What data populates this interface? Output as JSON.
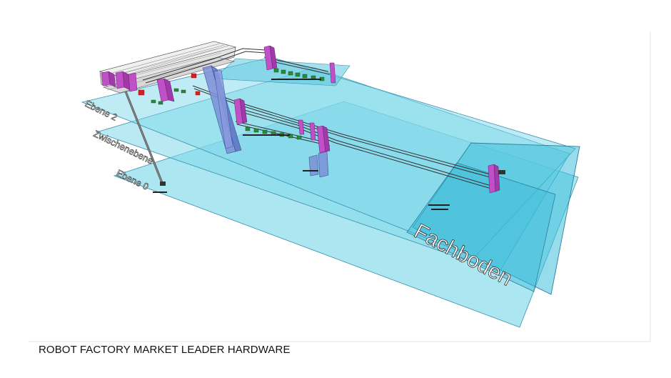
{
  "caption": "ROBOT FACTORY MARKET LEADER HARDWARE",
  "levels": {
    "ebene2": "Ebene 2",
    "zwischenebene": "Zwischenebene",
    "ebene0": "Ebene 0",
    "fachboden": "Fachboden"
  },
  "colors": {
    "plane_fill": "#7fd8ea",
    "plane_edge": "#3a8fb0",
    "column": "#7d8fd6",
    "tower": "#c050c8",
    "track": "#333333",
    "rack": "#e4e4e4"
  }
}
